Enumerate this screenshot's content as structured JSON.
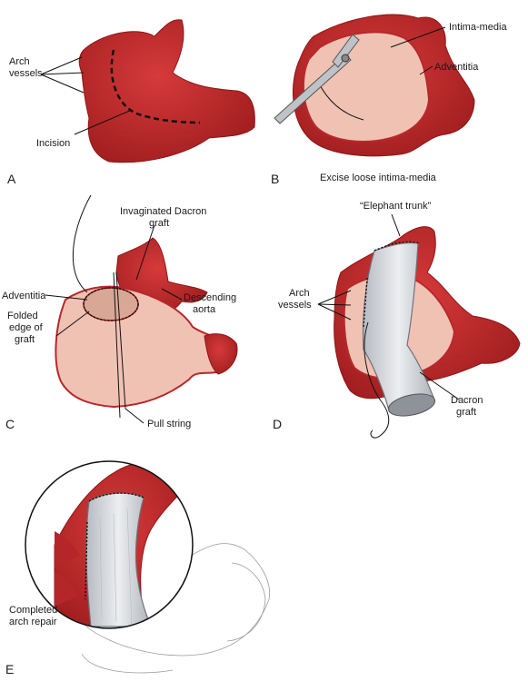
{
  "panels": {
    "a": {
      "letter": "A",
      "labels": {
        "arch_vessels_1": "Arch",
        "arch_vessels_2": "vessels",
        "incision": "Incision"
      }
    },
    "b": {
      "letter": "B",
      "labels": {
        "intima_media": "Intima-media",
        "adventitia": "Adventitia"
      },
      "caption": "Excise loose intima-media"
    },
    "c": {
      "letter": "C",
      "labels": {
        "invaginated_1": "Invaginated Dacron",
        "invaginated_2": "graft",
        "adventitia": "Adventitia",
        "folded_1": "Folded",
        "folded_2": "edge of",
        "folded_3": "graft",
        "descending_1": "Descending",
        "descending_2": "aorta",
        "pull_string": "Pull string"
      }
    },
    "d": {
      "letter": "D",
      "labels": {
        "elephant_trunk": "“Elephant trunk”",
        "arch_vessels_1": "Arch",
        "arch_vessels_2": "vessels",
        "dacron_1": "Dacron",
        "dacron_2": "graft"
      }
    },
    "e": {
      "letter": "E",
      "labels": {
        "completed_1": "Completed",
        "completed_2": "arch repair"
      }
    }
  },
  "colors": {
    "aorta_red": "#c8292b",
    "aorta_dark": "#8f1517",
    "lumen_pink": "#f0c2b4",
    "graft_gray": "#d9dbdf",
    "line": "#111111"
  }
}
